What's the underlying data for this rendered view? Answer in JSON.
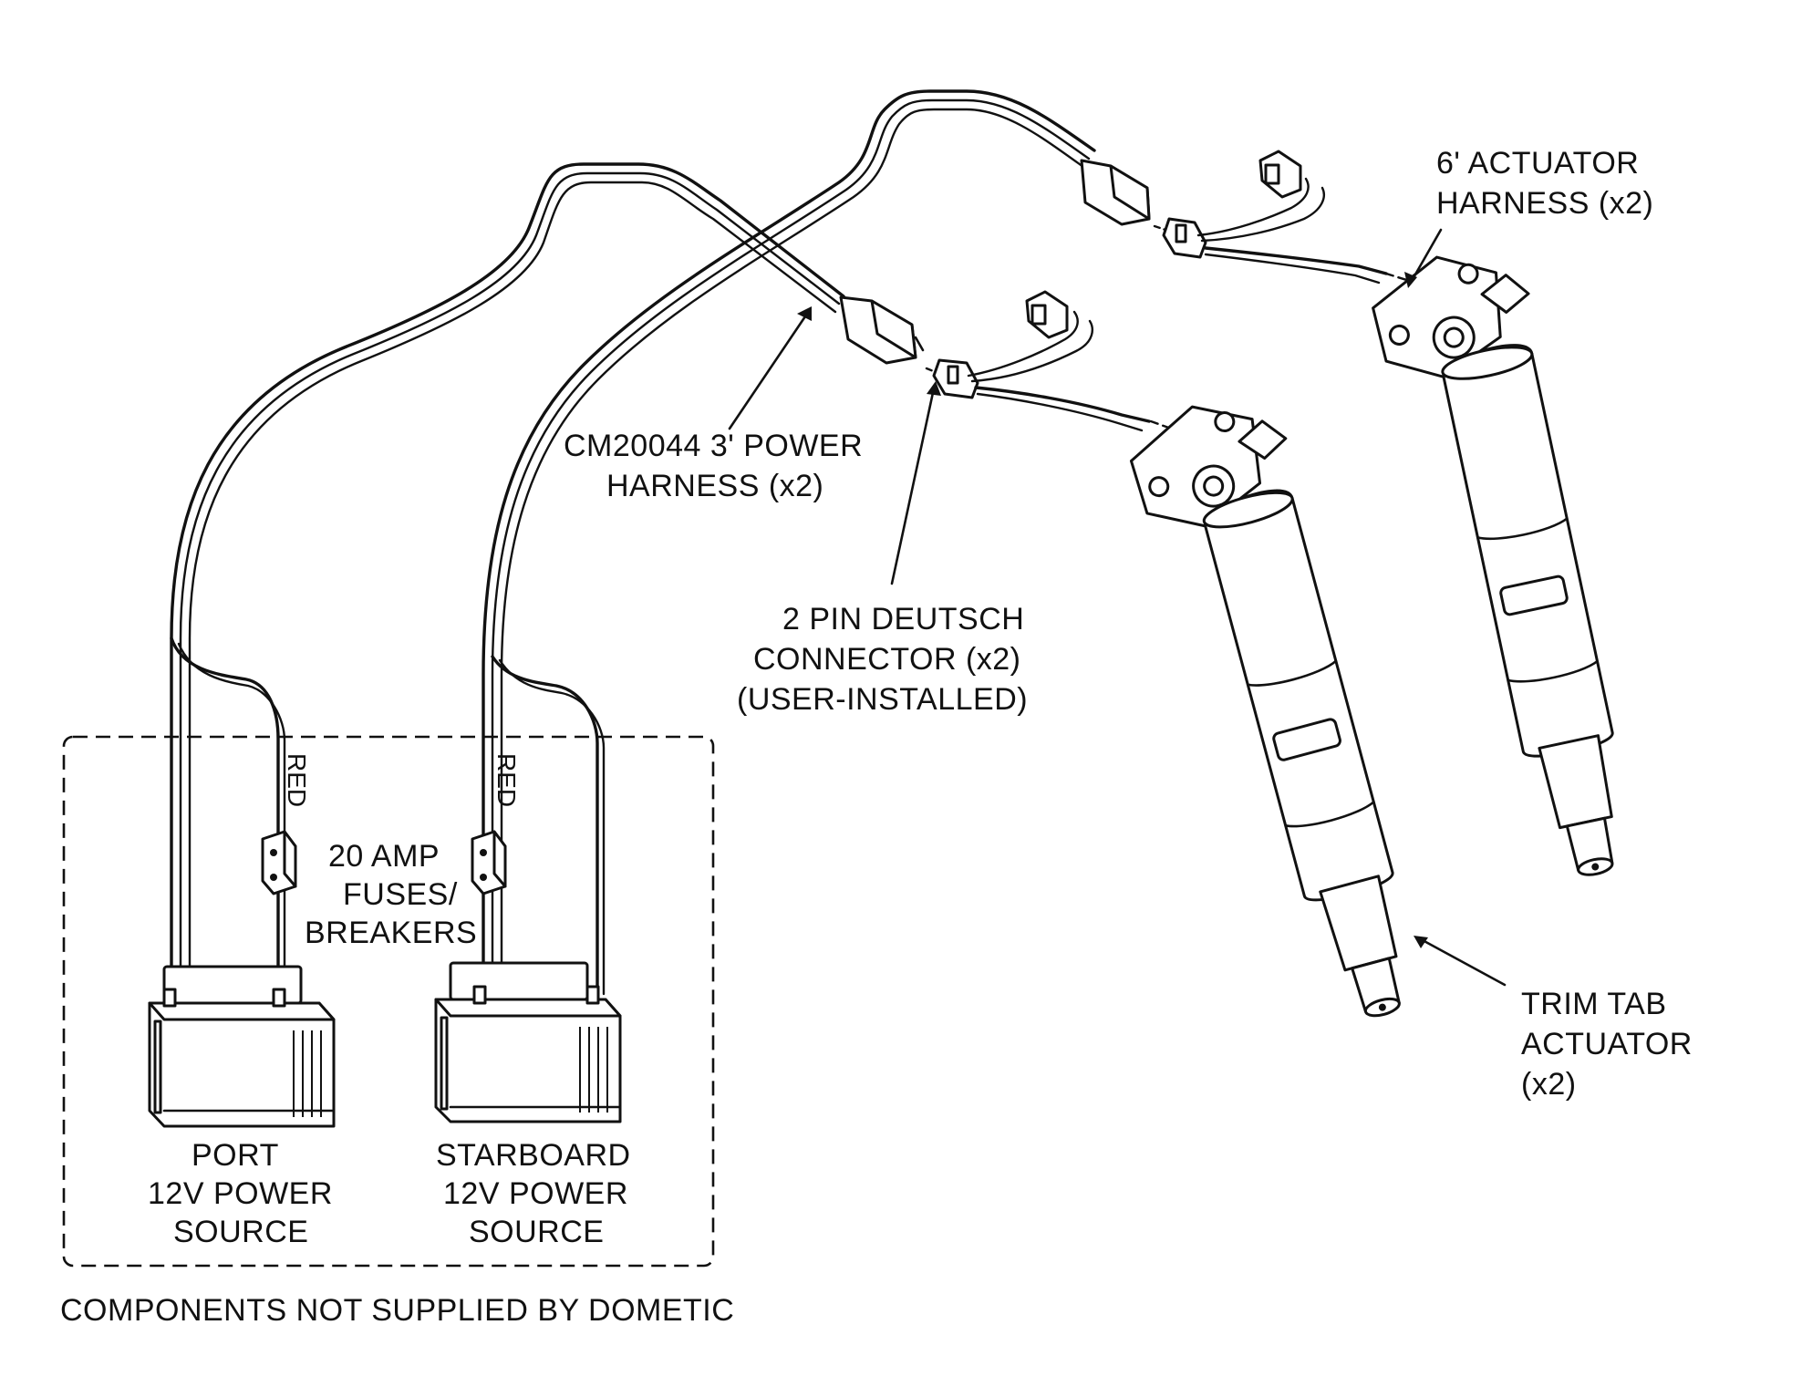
{
  "labels": {
    "actuator_harness": [
      "6' ACTUATOR",
      "HARNESS (x2)"
    ],
    "power_harness": [
      "CM20044 3' POWER",
      "HARNESS (x2)"
    ],
    "deutsch_connector": [
      "2 PIN DEUTSCH",
      "CONNECTOR (x2)",
      "(USER-INSTALLED)"
    ],
    "trim_tab_actuator": [
      "TRIM TAB",
      "ACTUATOR",
      "(x2)"
    ],
    "fuses": [
      "20 AMP",
      "FUSES/",
      "BREAKERS"
    ],
    "port_source": [
      "PORT",
      "12V POWER",
      "SOURCE"
    ],
    "starboard_source": [
      "STARBOARD",
      "12V POWER",
      "SOURCE"
    ],
    "wire_red": "RED",
    "not_supplied": "COMPONENTS NOT SUPPLIED BY DOMETIC"
  },
  "icons": [
    "battery-icon",
    "fuse-icon",
    "connector-icon",
    "actuator-icon"
  ]
}
